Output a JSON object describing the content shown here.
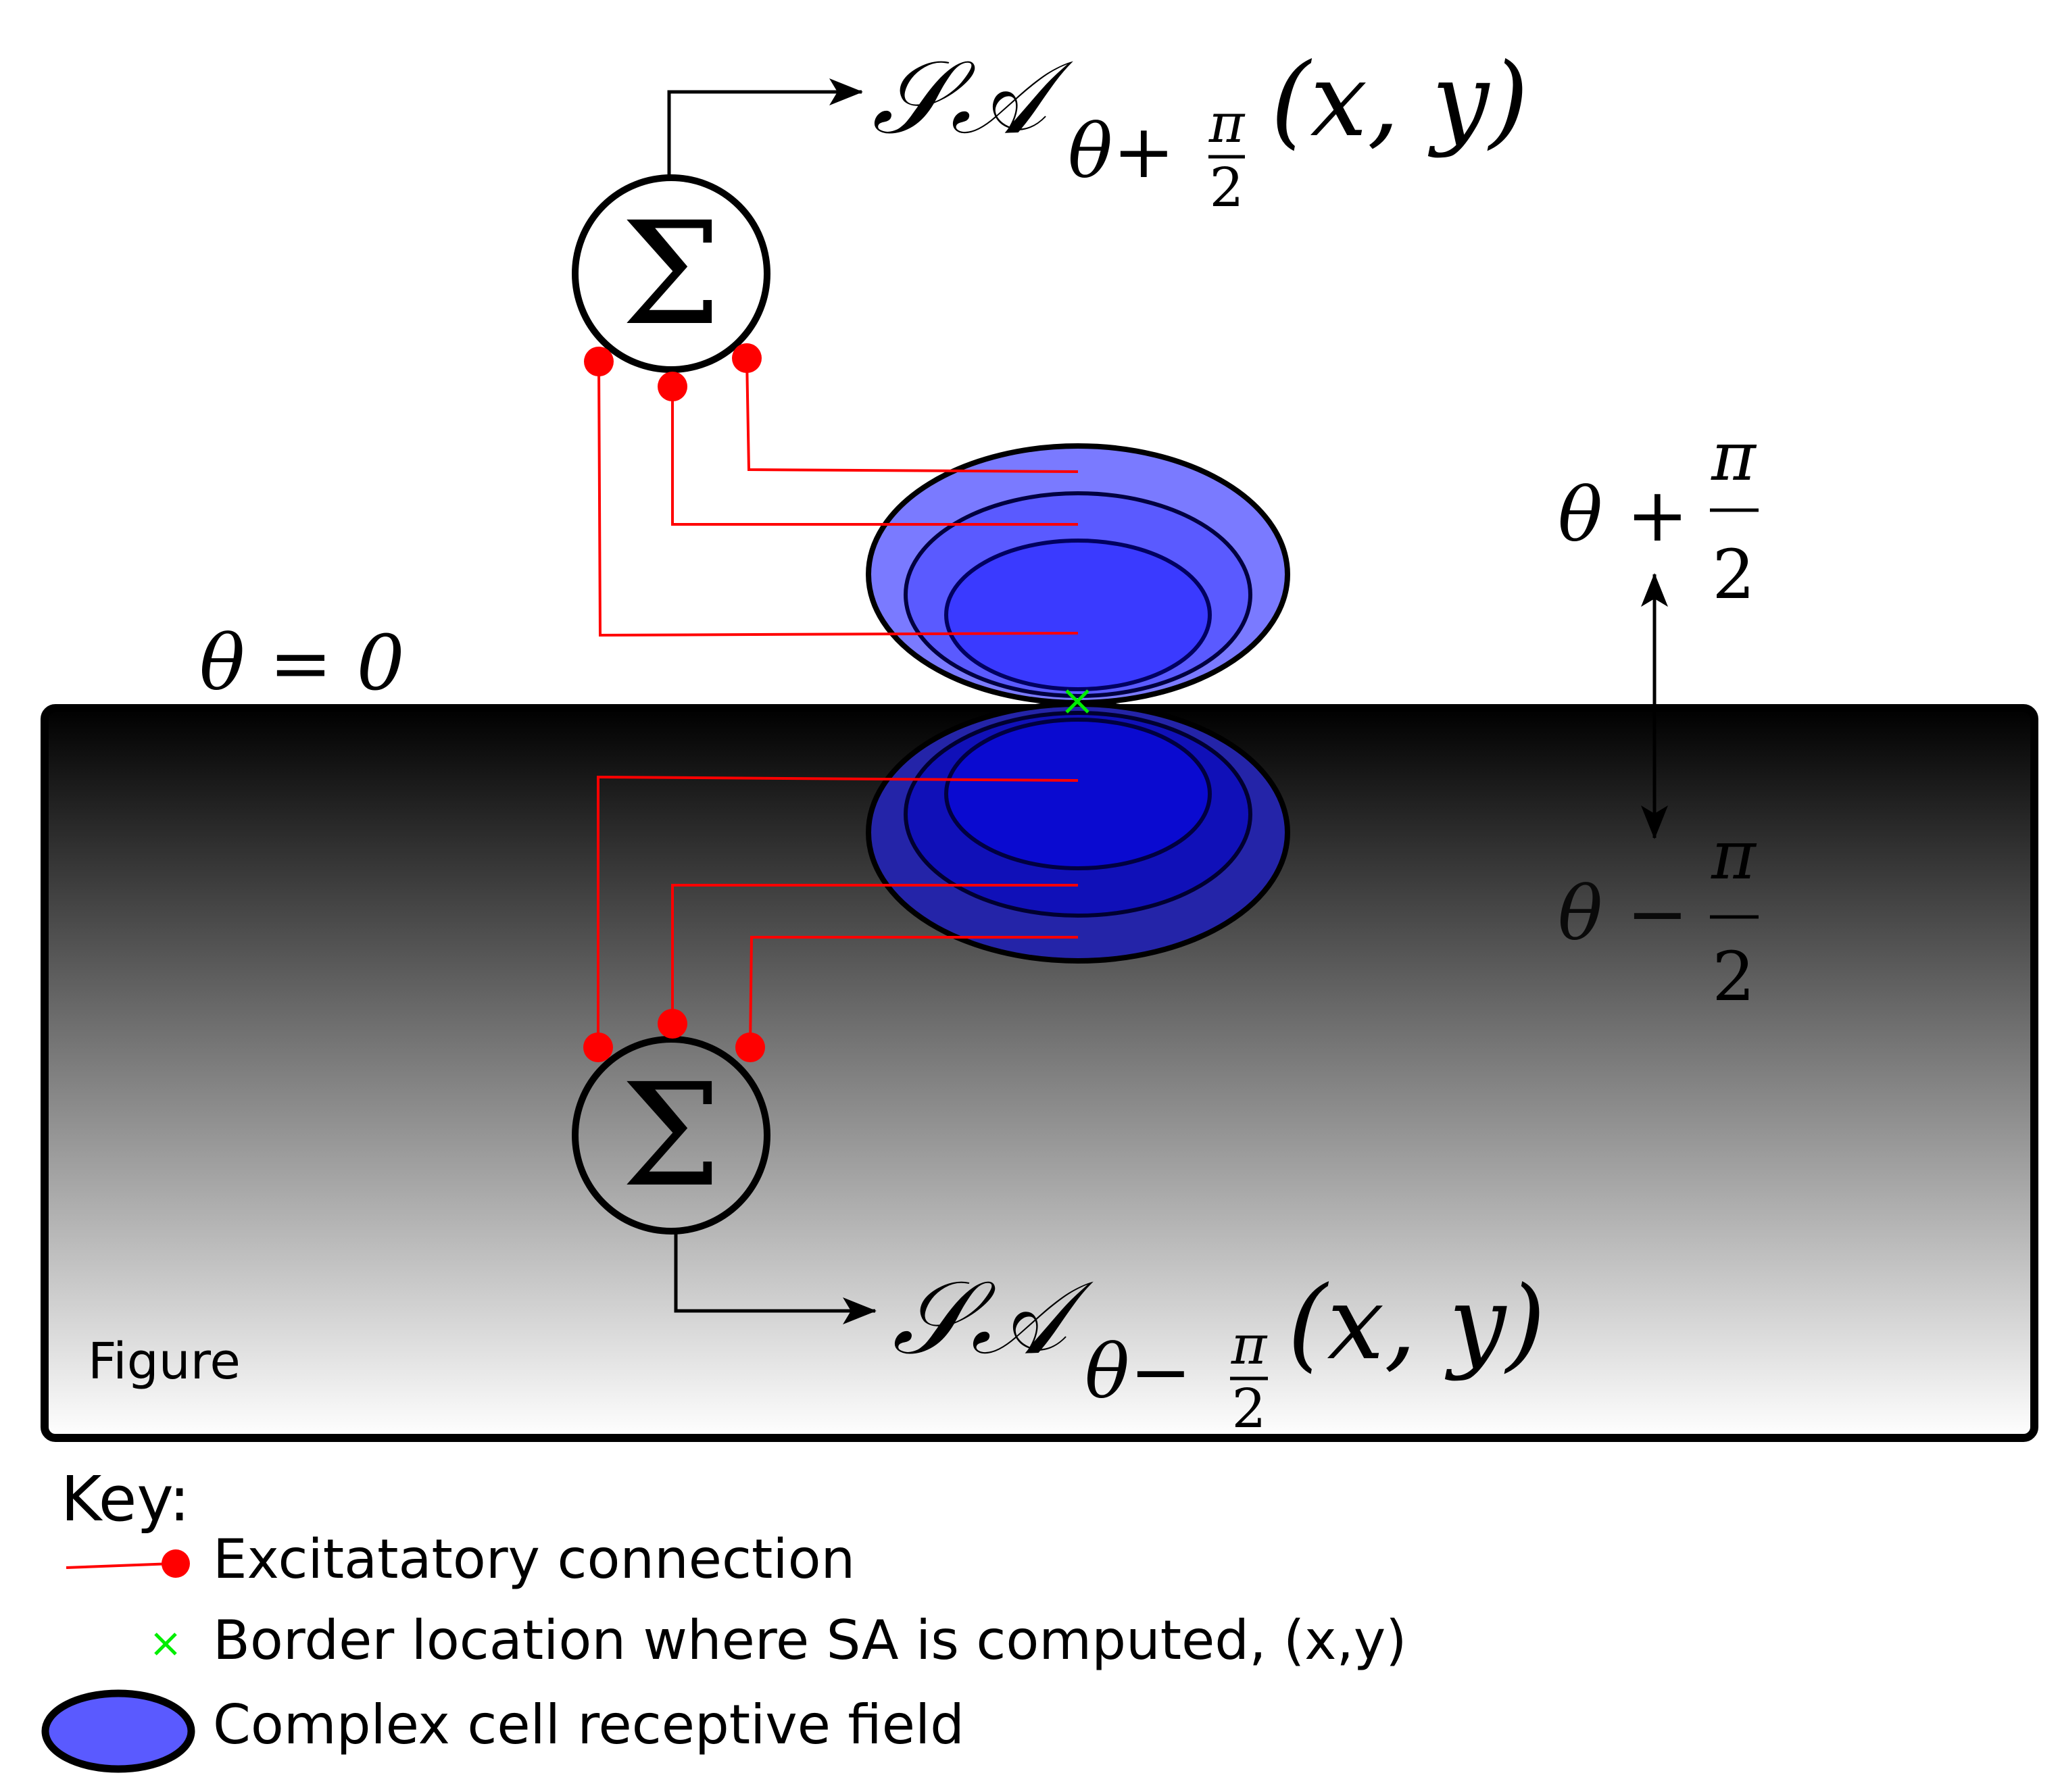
{
  "labels": {
    "top_output": {
      "main": "𝒮𝒜",
      "sub": "θ+",
      "frac_num": "π",
      "frac_den": "2",
      "args": "(x, y)"
    },
    "bottom_output": {
      "main": "𝒮𝒜",
      "sub": "θ−",
      "frac_num": "π",
      "frac_den": "2",
      "args": "(x, y)"
    },
    "theta_zero": "θ = 0",
    "theta_plus": {
      "lhs": "θ +",
      "num": "π",
      "den": "2"
    },
    "theta_minus": {
      "lhs": "θ −",
      "num": "π",
      "den": "2"
    },
    "sum_symbol": "Σ",
    "figure_label": "Figure"
  },
  "key": {
    "title": "Key:",
    "items": [
      {
        "icon": "red-line-dot",
        "text": "Excitatatory connection"
      },
      {
        "icon": "green-cross",
        "text": "Border location where SA is computed, (x,y)"
      },
      {
        "icon": "blue-ellipse",
        "text": "Complex cell receptive field"
      }
    ]
  },
  "colors": {
    "connection": "#ff0000",
    "border_marker": "#00ee00",
    "receptive_field_top": "#6f6fff",
    "receptive_field_bottom": "#0000c8",
    "figure_top": "#000000",
    "figure_bottom": "#ffffff"
  }
}
